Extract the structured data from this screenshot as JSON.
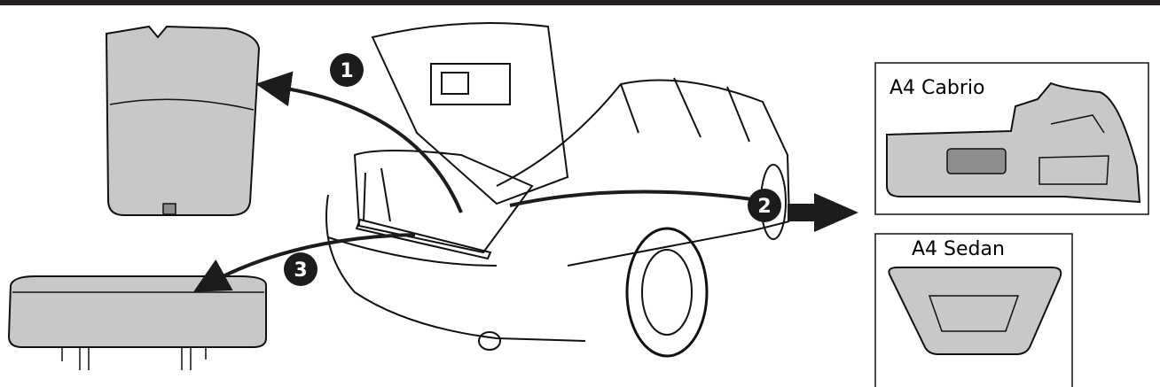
{
  "colors": {
    "top_bar": "#231f20",
    "outline": "#111111",
    "part_fill": "#c8c8c8",
    "part_fill_dark": "#8e8e8e",
    "callout": "#1c1c1c",
    "callout_text": "#ffffff"
  },
  "callouts": {
    "one": "1",
    "two": "2",
    "three": "3"
  },
  "variants": {
    "cabrio_label": "A4 Cabrio",
    "sedan_label": "A4 Sedan"
  },
  "icons": {
    "callout_arrows": "curved-arrow-icon",
    "direction": "right-arrow-icon"
  }
}
